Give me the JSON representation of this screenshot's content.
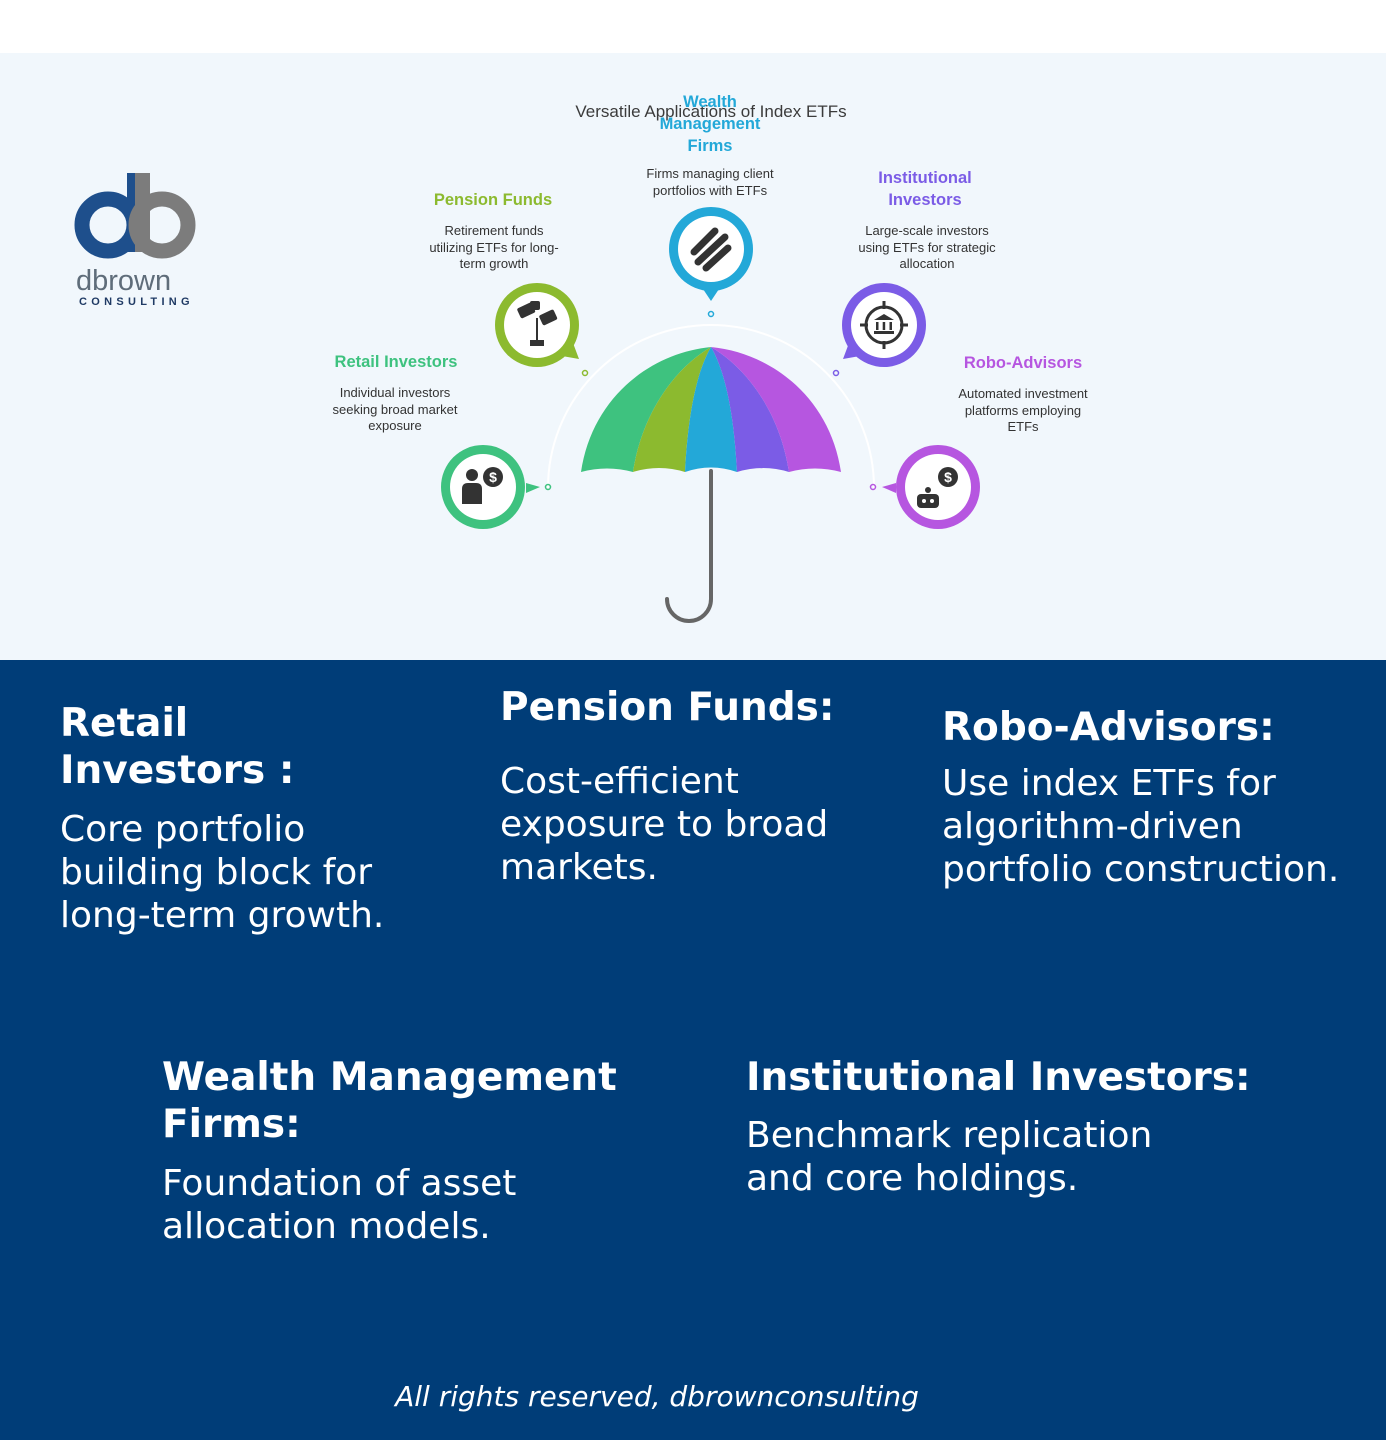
{
  "diagram": {
    "title": "Versatile Applications of Index ETFs",
    "segments": [
      {
        "id": "retail",
        "title": "Retail Investors",
        "desc": "Individual investors seeking broad market exposure",
        "color": "#3ec27f",
        "icon": "person-dollar-icon"
      },
      {
        "id": "pension",
        "title": "Pension Funds",
        "desc": "Retirement funds utilizing ETFs for long-term growth",
        "color": "#8cba2f",
        "icon": "money-plant-icon"
      },
      {
        "id": "wealth",
        "title": "Wealth Management Firms",
        "desc": "Firms managing client portfolios with ETFs",
        "color": "#23a8d8",
        "icon": "stacked-bars-icon"
      },
      {
        "id": "institutional",
        "title": "Institutional Investors",
        "desc": "Large-scale investors using ETFs for strategic allocation",
        "color": "#7b5ce6",
        "icon": "bank-target-icon"
      },
      {
        "id": "robo",
        "title": "Robo-Advisors",
        "desc": "Automated investment platforms employing ETFs",
        "color": "#b656e0",
        "icon": "robot-dollar-icon"
      }
    ]
  },
  "logo": {
    "word": "dbrown",
    "sub": "CONSULTING",
    "mark_colors": [
      "#1e4f8c",
      "#7c7c7c"
    ]
  },
  "cards": [
    {
      "title": "Retail Investors :",
      "body": "Core portfolio building block for long-term growth."
    },
    {
      "title": "Pension Funds:",
      "body": "Cost-efficient exposure to broad markets."
    },
    {
      "title": "Robo-Advisors:",
      "body": "Use index ETFs for algorithm-driven portfolio construction."
    },
    {
      "title": "Wealth Management Firms:",
      "body": "Foundation of asset allocation models."
    },
    {
      "title": "Institutional Investors:",
      "body": "Benchmark replication and core holdings."
    }
  ],
  "footer": {
    "text": "All rights reserved, dbrownconsulting"
  },
  "colors": {
    "background_top": "#f1f7fc",
    "background_bottom": "#003d78",
    "handle": "#666666"
  }
}
